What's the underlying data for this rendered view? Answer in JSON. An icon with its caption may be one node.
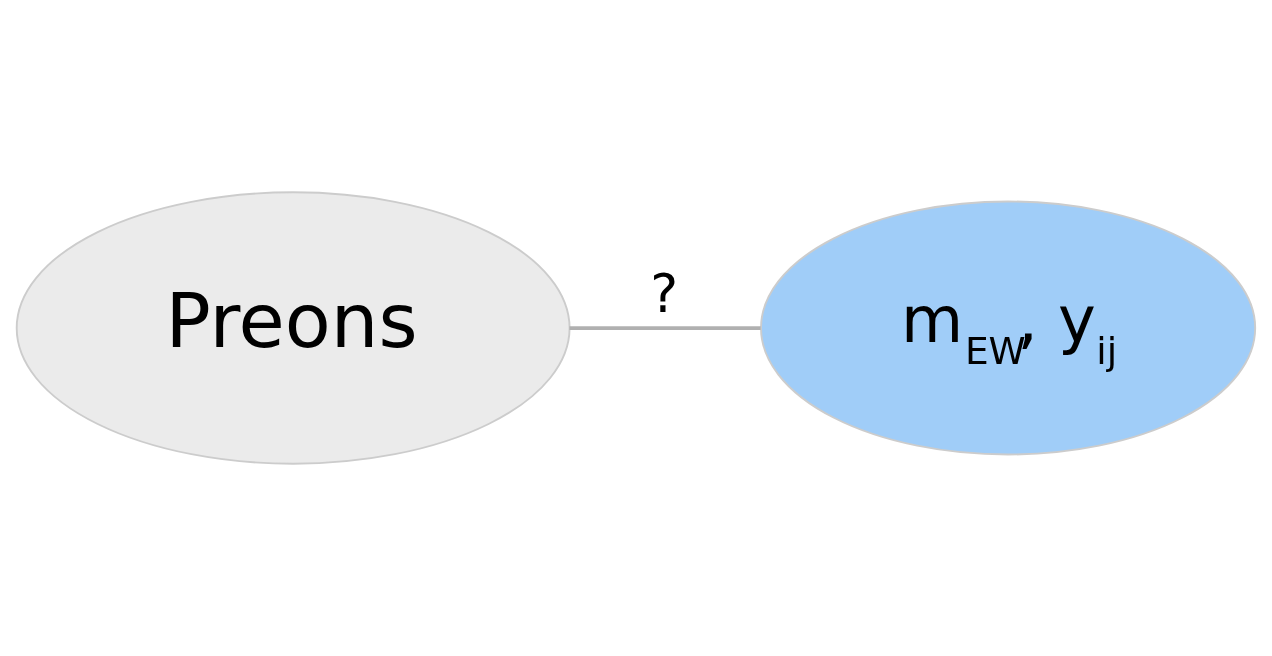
{
  "diagram": {
    "nodes": [
      {
        "text": [
          "Preons"
        ]
      },
      {
        "text": [
          "m$_{EW}$, y$_{ij}$"
        ]
      }
    ],
    "edges": [
      {
        "from": 0,
        "to": 1,
        "arrow": "none",
        "label": "?"
      }
    ]
  }
}
